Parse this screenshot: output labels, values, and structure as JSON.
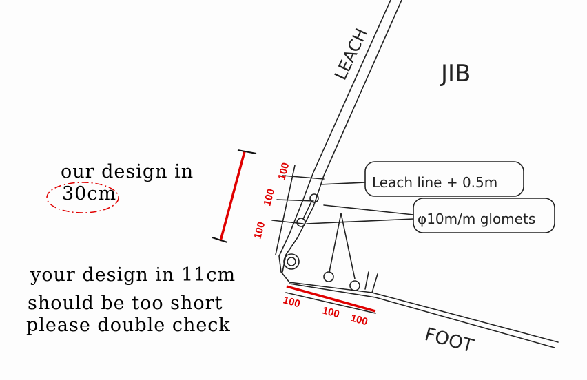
{
  "sketch": {
    "leach_label": "LEACH",
    "jib_label": "JIB",
    "foot_label": "FOOT",
    "leach_line_label": "Leach line + 0.5m",
    "grommets_label": "φ10m/m glomets"
  },
  "annotations": {
    "our_design_line1": "our design in",
    "our_design_value": "30cm",
    "your_design_line1": "your design in 11cm",
    "your_design_line2": "should be too short",
    "your_design_line3": "please double check"
  },
  "red_dimensions": {
    "vertical": [
      "100",
      "100",
      "100"
    ],
    "horizontal": [
      "100",
      "100",
      "100"
    ]
  },
  "colors": {
    "red": "#e00000",
    "pen": "#222222"
  }
}
